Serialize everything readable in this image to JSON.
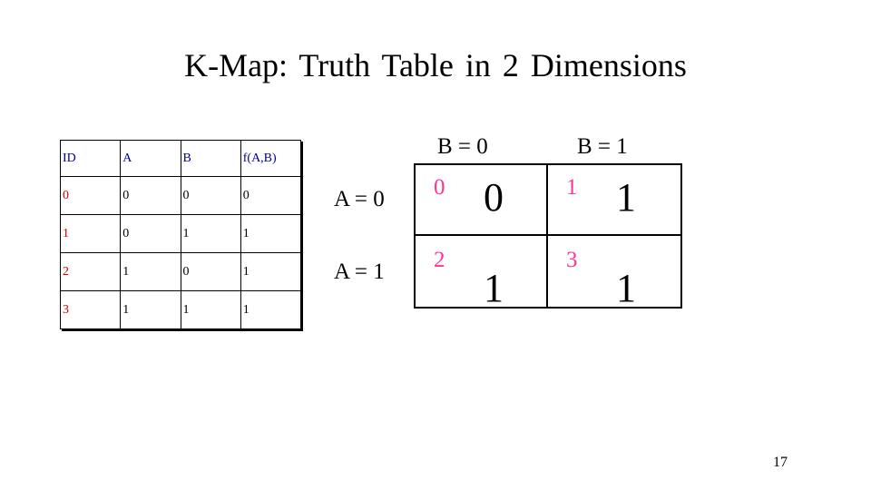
{
  "slide": {
    "title": "K-Map: Truth Table in 2 Dimensions",
    "page_number": "17"
  },
  "truth_table": {
    "headers": [
      "ID",
      "A",
      "B",
      "f(A,B)"
    ],
    "rows": [
      [
        "0",
        "0",
        "0",
        "0"
      ],
      [
        "1",
        "0",
        "1",
        "1"
      ],
      [
        "2",
        "1",
        "0",
        "1"
      ],
      [
        "3",
        "1",
        "1",
        "1"
      ]
    ]
  },
  "kmap": {
    "col_labels": [
      "B = 0",
      "B = 1"
    ],
    "row_labels": [
      "A = 0",
      "A = 1"
    ],
    "cells": [
      {
        "index": "0",
        "value": "0"
      },
      {
        "index": "1",
        "value": "1"
      },
      {
        "index": "2",
        "value": "1"
      },
      {
        "index": "3",
        "value": "1"
      }
    ]
  },
  "colors": {
    "header_text": "#000099",
    "id_text": "#cc0000",
    "kmap_index": "#ff3399"
  }
}
